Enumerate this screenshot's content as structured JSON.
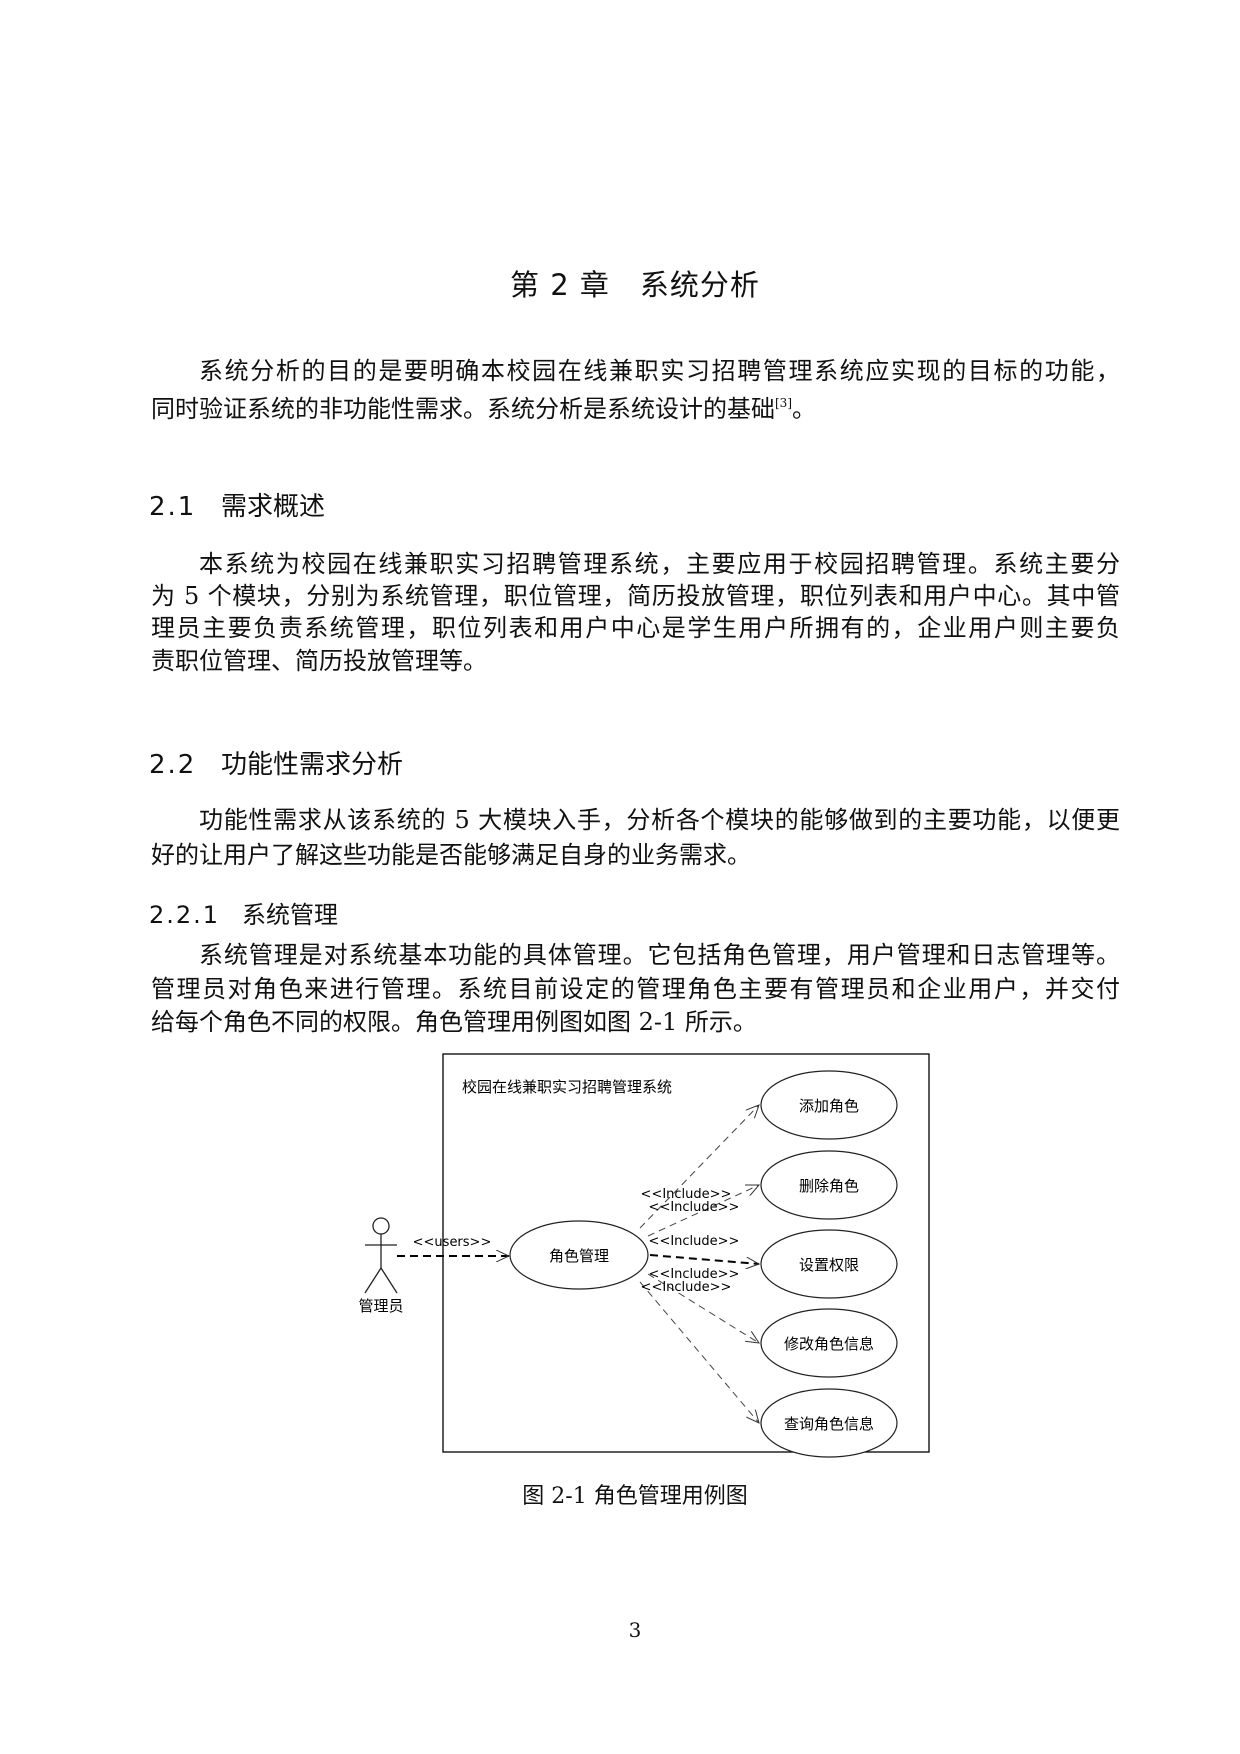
{
  "chapter_title": "第 2 章　系统分析",
  "intro": {
    "lines": [
      "系统分析的目的是要明确本校园在线兼职实习招聘管理系统应实现的目标的功能，",
      "同时验证系统的非功能性需求。系统分析是系统设计的基础"
    ],
    "citation": "[3]",
    "end": "。"
  },
  "section_2_1": {
    "number": "2.1",
    "title": "需求概述",
    "lines": [
      "本系统为校园在线兼职实习招聘管理系统，主要应用于校园招聘管理。系统主要分",
      "为 5 个模块，分别为系统管理，职位管理，简历投放管理，职位列表和用户中心。其中管",
      "理员主要负责系统管理，职位列表和用户中心是学生用户所拥有的，企业用户则主要负",
      "责职位管理、简历投放管理等。"
    ]
  },
  "section_2_2": {
    "number": "2.2",
    "title": "功能性需求分析",
    "lines": [
      "功能性需求从该系统的 5 大模块入手，分析各个模块的能够做到的主要功能，以便更",
      "好的让用户了解这些功能是否能够满足自身的业务需求。"
    ]
  },
  "section_2_2_1": {
    "number": "2.2.1",
    "title": "系统管理",
    "lines": [
      "系统管理是对系统基本功能的具体管理。它包括角色管理，用户管理和日志管理等。",
      "管理员对角色来进行管理。系统目前设定的管理角色主要有管理员和企业用户，并交付",
      "给每个角色不同的权限。角色管理用例图如图 2-1 所示。"
    ]
  },
  "diagram": {
    "system_name": "校园在线兼职实习招聘管理系统",
    "actor": "管理员",
    "actor_relation": "<<users>>",
    "central_use_case": "角色管理",
    "use_cases": [
      "添加角色",
      "删除角色",
      "设置权限",
      "修改角色信息",
      "查询角色信息"
    ],
    "include_labels": [
      "<<Include>>",
      "<<Include>>",
      "<<Include>>",
      "<<Include>>",
      "<<Include>>"
    ]
  },
  "figure_caption": "图 2-1  角色管理用例图",
  "page_number": "3"
}
